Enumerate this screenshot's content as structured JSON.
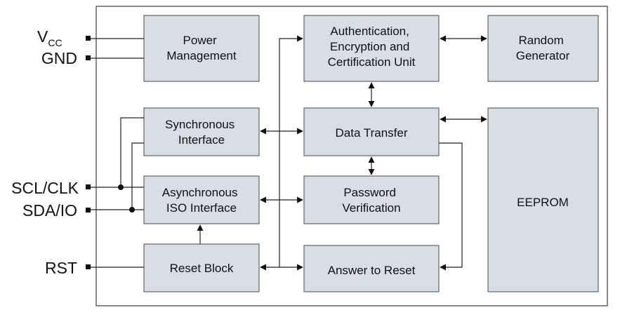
{
  "pins": {
    "vcc": {
      "main": "V",
      "sub": "CC"
    },
    "gnd": "GND",
    "scl": "SCL/CLK",
    "sda": "SDA/IO",
    "rst": "RST"
  },
  "blocks": {
    "power": [
      "Power",
      "Management"
    ],
    "auth": [
      "Authentication,",
      "Encryption and",
      "Certification Unit"
    ],
    "random": [
      "Random",
      "Generator"
    ],
    "sync": [
      "Synchronous",
      "Interface"
    ],
    "data": [
      "Data Transfer"
    ],
    "async": [
      "Asynchronous",
      "ISO Interface"
    ],
    "password": [
      "Password",
      "Verification"
    ],
    "eeprom": [
      "EEPROM"
    ],
    "reset": [
      "Reset Block"
    ],
    "atr": [
      "Answer to Reset"
    ]
  },
  "colors": {
    "block_fill": "#d7dee6",
    "line": "#222222"
  }
}
